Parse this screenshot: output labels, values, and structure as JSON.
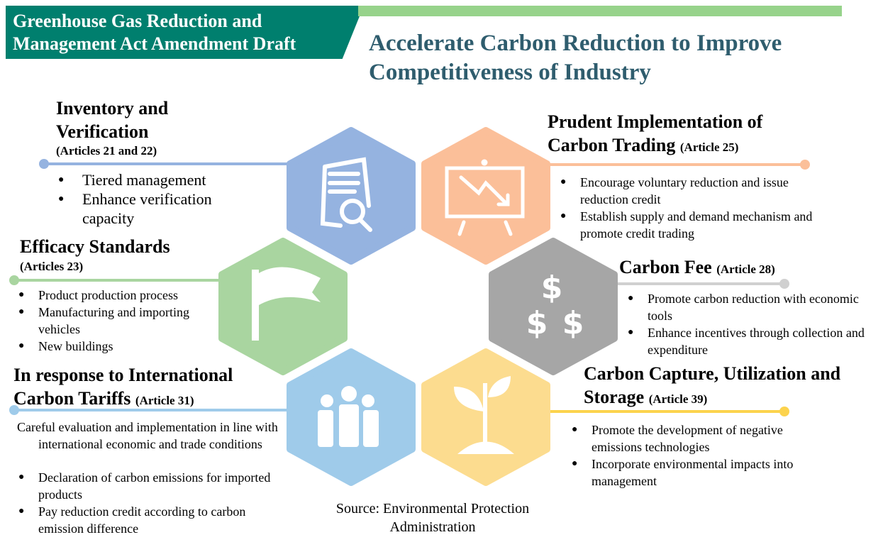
{
  "header": {
    "badge_line1": "Greenhouse Gas Reduction and",
    "badge_line2": "Management Act Amendment Draft",
    "title_line1": "Accelerate Carbon Reduction to Improve",
    "title_line2": "Competitiveness of Industry"
  },
  "colors": {
    "teal": "#007f6e",
    "green_bar": "#97d38b",
    "title": "#2f5d6e",
    "blue": "#95b3e0",
    "orange": "#fbbf99",
    "green": "#a9d5a0",
    "gray": "#a6a6a6",
    "light_blue": "#9fcbea",
    "yellow": "#fcdc8f"
  },
  "sections": {
    "inventory": {
      "title1": "Inventory and",
      "title2": "Verification",
      "article": "(Articles 21 and 22)",
      "icon": "document-search-icon",
      "bullets": [
        "Tiered management",
        "Enhance verification capacity"
      ]
    },
    "trading": {
      "title1": "Prudent Implementation of",
      "title2": "Carbon Trading",
      "article": "(Article 25)",
      "icon": "chart-down-board-icon",
      "bullets": [
        "Encourage voluntary reduction and issue reduction credit",
        "Establish supply and demand mechanism and promote credit trading"
      ]
    },
    "efficacy": {
      "title": "Efficacy Standards",
      "article": "(Articles 23)",
      "icon": "flag-icon",
      "bullets": [
        "Product production process",
        "Manufacturing and importing vehicles",
        "New buildings"
      ]
    },
    "fee": {
      "title": "Carbon Fee",
      "article": "(Article 28)",
      "icon": "dollar-icon",
      "symbol": "$",
      "bullets": [
        "Promote carbon reduction with economic tools",
        "Enhance incentives through collection and expenditure"
      ]
    },
    "tariffs": {
      "title1": "In response to International",
      "title2": "Carbon Tariffs",
      "article": "(Article 31)",
      "icon": "people-icon",
      "intro": "Careful evaluation and implementation in line with international economic and trade conditions",
      "bullets": [
        "Declaration of carbon emissions for imported products",
        "Pay reduction credit according to carbon emission difference"
      ]
    },
    "ccus": {
      "title1": "Carbon Capture, Utilization and",
      "title2": "Storage",
      "article": "(Article 39)",
      "icon": "sprout-icon",
      "bullets": [
        "Promote the development of negative emissions technologies",
        "Incorporate environmental impacts into management"
      ]
    }
  },
  "source": "Source: Environmental Protection Administration"
}
